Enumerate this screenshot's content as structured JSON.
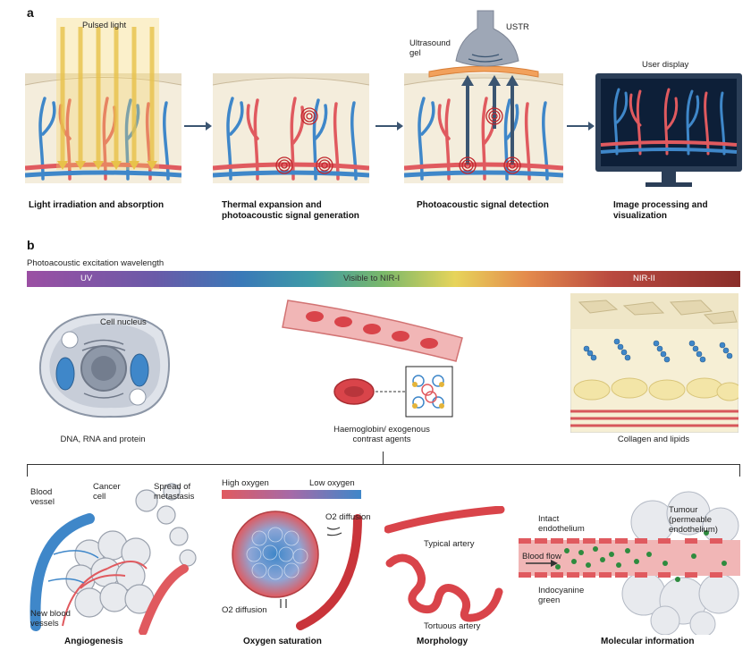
{
  "panel_a": {
    "letter": "a",
    "step1": {
      "caption": "Light irradiation and absorption",
      "beam_label": "Pulsed light"
    },
    "step2": {
      "caption": "Thermal expansion and photoacoustic signal generation"
    },
    "step3": {
      "caption": "Photoacoustic signal detection",
      "gel_label": "Ultrasound gel",
      "probe_label": "USTR"
    },
    "step4": {
      "caption": "Image processing and visualization",
      "display_label": "User display"
    }
  },
  "panel_b": {
    "letter": "b",
    "wavelength_title": "Photoacoustic excitation wavelength",
    "bands": {
      "uv": "UV",
      "visible": "Visible to NIR-I",
      "nir2": "NIR-II"
    },
    "targets": {
      "cell": {
        "caption": "DNA, RNA and protein",
        "nucleus_label": "Cell nucleus"
      },
      "blood": {
        "caption": "Haemoglobin/ exogenous contrast agents"
      },
      "tissue": {
        "caption": "Collagen and lipids"
      }
    },
    "applications": {
      "angiogenesis": {
        "caption": "Angiogenesis",
        "blood_vessel": "Blood vessel",
        "cancer_cell": "Cancer cell",
        "spread": "Spread of metastasis",
        "new_vessels": "New blood vessels"
      },
      "oxygen": {
        "caption": "Oxygen saturation",
        "high": "High oxygen",
        "low": "Low oxygen",
        "diffusion_top": "O2 diffusion",
        "diffusion_bottom": "O2 diffusion"
      },
      "morphology": {
        "caption": "Morphology",
        "typical": "Typical artery",
        "tortuous": "Tortuous artery"
      },
      "molecular": {
        "caption": "Molecular information",
        "intact": "Intact endothelium",
        "tumour": "Tumour (permeable endothelium)",
        "blood_flow": "Blood flow",
        "icg": "Indocyanine green"
      }
    }
  },
  "colors": {
    "artery": "#e05a5f",
    "vein": "#3f87c9",
    "arrow": "#3b5571",
    "gel": "#f2a15c",
    "probe": "#9ea7b6",
    "icg": "#2e8b3e"
  }
}
